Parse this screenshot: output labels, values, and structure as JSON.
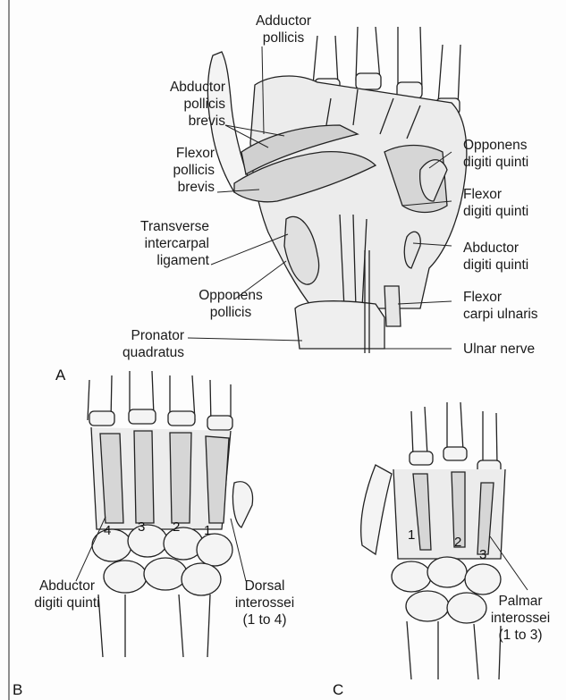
{
  "panel_a": {
    "letter": "A",
    "labels": {
      "adductor_pollicis": "Adductor\npollicis",
      "abductor_pollicis_brevis": "Abductor\npollicis\nbrevis",
      "flexor_pollicis_brevis": "Flexor\npollicis\nbrevis",
      "transverse_intercarpal": "Transverse\nintercarpal\nligament",
      "opponens_pollicis": "Opponens\npollicis",
      "pronator_quadratus": "Pronator\nquadratus",
      "opponens_digiti_quinti": "Opponens\ndigiti quinti",
      "flexor_digiti_quinti": "Flexor\ndigiti quinti",
      "abductor_digiti_quinti": "Abductor\ndigiti quinti",
      "flexor_carpi_ulnaris": "Flexor\ncarpi ulnaris",
      "ulnar_nerve": "Ulnar nerve"
    }
  },
  "panel_b": {
    "letter": "B",
    "labels": {
      "abductor_digiti_quinti": "Abductor\ndigiti quinti",
      "dorsal_interossei": "Dorsal\ninterossei\n(1 to 4)"
    },
    "numbers": [
      "4",
      "3",
      "2",
      "1"
    ]
  },
  "panel_c": {
    "letter": "C",
    "labels": {
      "palmar_interossei": "Palmar\ninterossei\n(1 to 3)"
    },
    "numbers": [
      "1",
      "2",
      "3"
    ]
  },
  "colors": {
    "ink": "#1a1a1a",
    "muscle_fill": "#d6d6d6",
    "bone_fill": "#f4f4f4"
  }
}
